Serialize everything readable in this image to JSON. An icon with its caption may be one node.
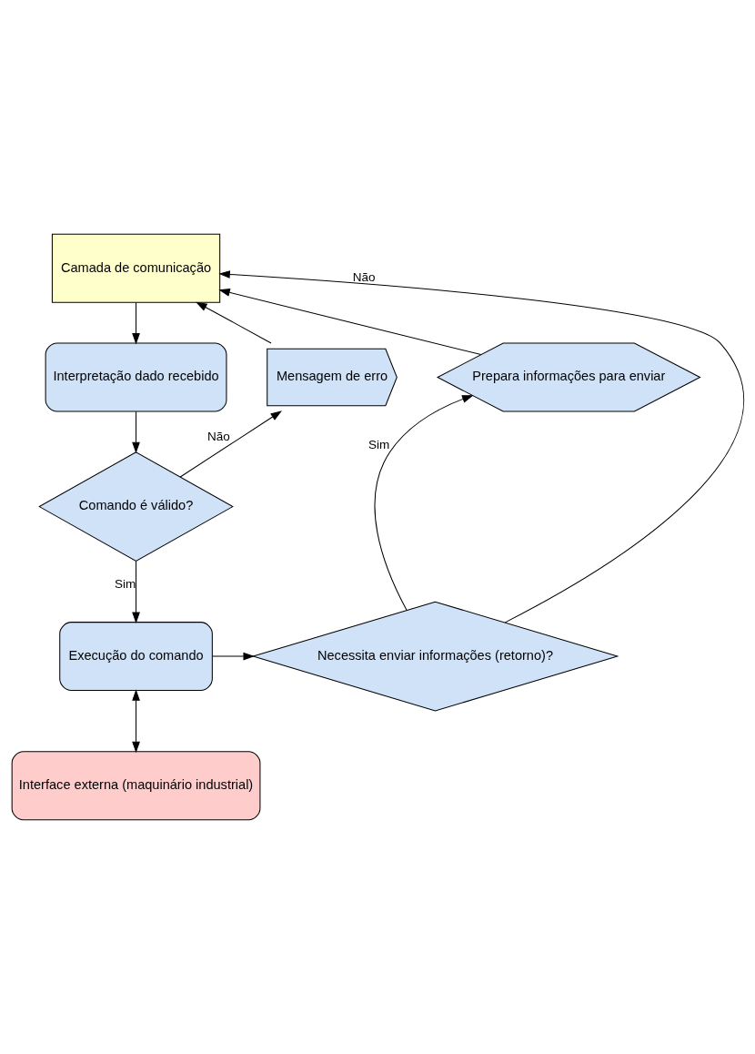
{
  "diagram": {
    "nodes": [
      {
        "text": [
          "Camada de comunicação"
        ]
      },
      {
        "text": [
          "Interpretação dado recebido"
        ]
      },
      {
        "text": [
          "Mensagem de erro"
        ]
      },
      {
        "text": [
          "Prepara informações para enviar"
        ]
      },
      {
        "text": [
          "Comando é válido?"
        ]
      },
      {
        "text": [
          "Execução do comando"
        ]
      },
      {
        "text": [
          "Necessita enviar informações (retorno)?"
        ]
      },
      {
        "text": [
          "Interface externa (maquinário industrial)"
        ]
      }
    ],
    "edges": [
      {
        "from": 0,
        "to": 1,
        "arrow": "to"
      },
      {
        "from": 2,
        "to": 0,
        "arrow": "to"
      },
      {
        "from": 3,
        "to": 0,
        "arrow": "to"
      },
      {
        "from": 1,
        "to": 4,
        "arrow": "to"
      },
      {
        "from": 4,
        "to": 2,
        "arrow": "to",
        "label": "Não"
      },
      {
        "from": 4,
        "to": 5,
        "arrow": "to",
        "label": "Sim"
      },
      {
        "from": 5,
        "to": 6,
        "arrow": "to"
      },
      {
        "from": 6,
        "to": 3,
        "arrow": "to",
        "label": "Sim"
      },
      {
        "from": 6,
        "to": 0,
        "arrow": "to",
        "label": "Não"
      },
      {
        "from": 5,
        "to": 7,
        "arrow": "both"
      }
    ]
  }
}
